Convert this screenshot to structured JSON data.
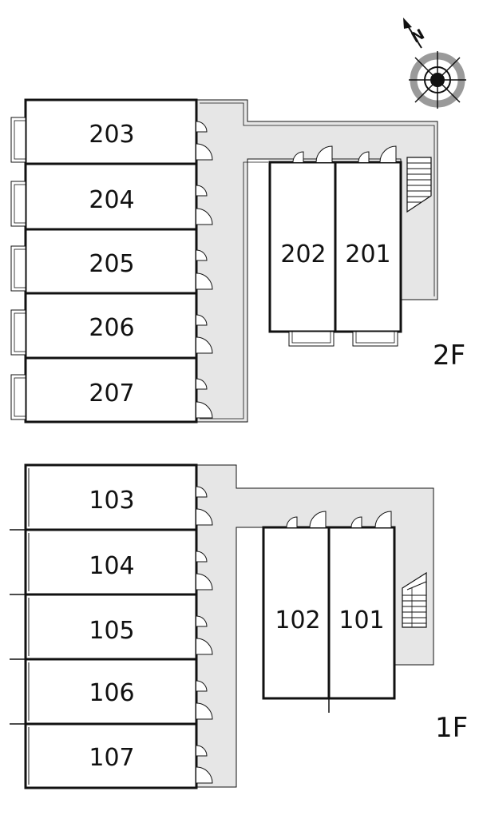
{
  "floors": {
    "second": {
      "label": "2F",
      "units_left": [
        "203",
        "204",
        "205",
        "206",
        "207"
      ],
      "units_right": [
        "202",
        "201"
      ]
    },
    "first": {
      "label": "1F",
      "units_left": [
        "103",
        "104",
        "105",
        "106",
        "107"
      ],
      "units_right": [
        "102",
        "101"
      ]
    }
  },
  "compass": {
    "letter": "N",
    "icon": "compass-north-icon"
  },
  "colors": {
    "corridor": "#e6e6e6",
    "wall": "#111111",
    "compass": "#9a9a9a"
  }
}
